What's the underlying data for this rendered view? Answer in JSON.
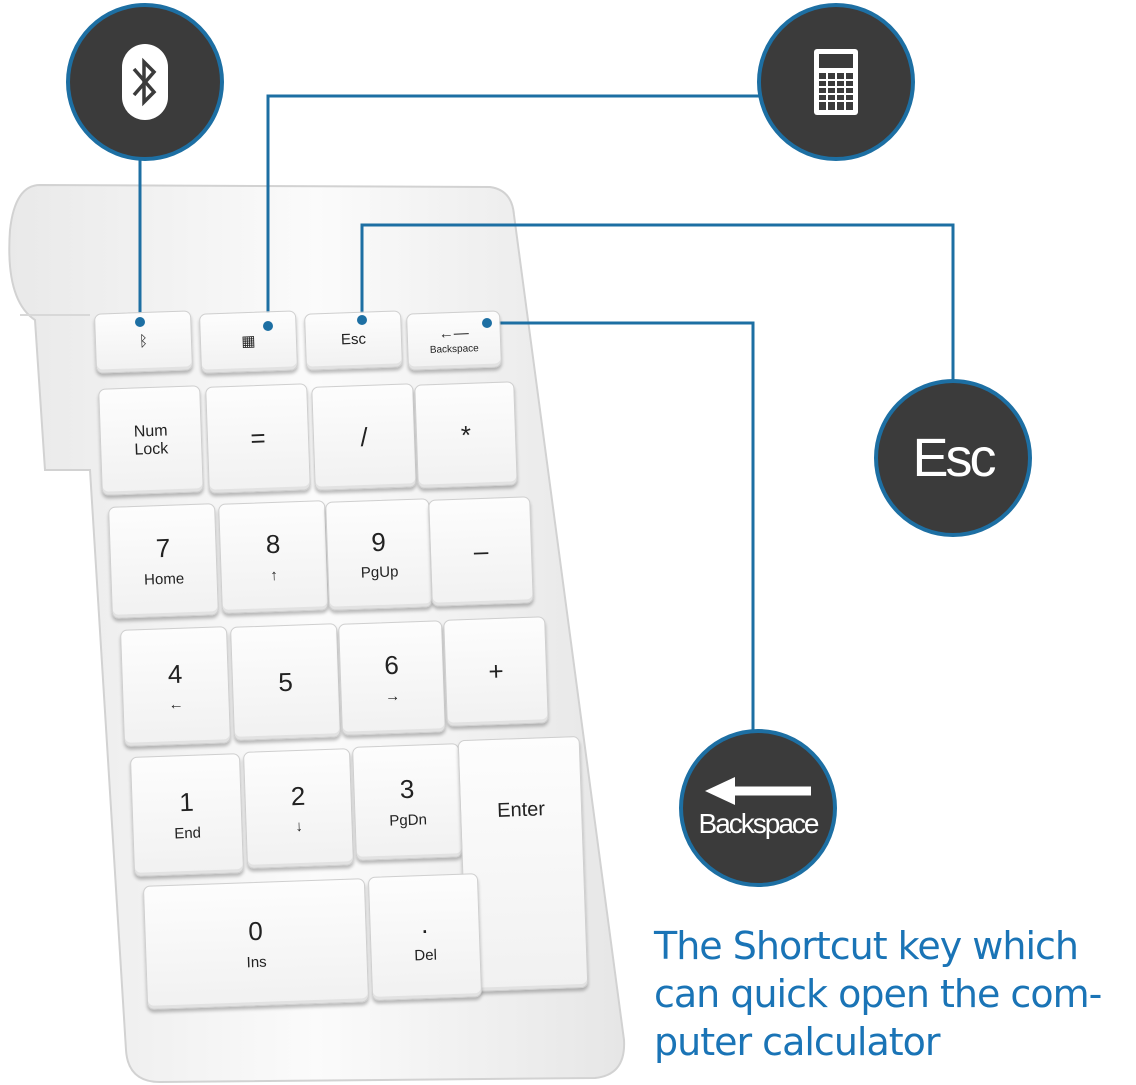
{
  "colors": {
    "accent": "#1d6fa3",
    "circle": "#3b3b3b",
    "caption": "#1a74b6"
  },
  "callouts": {
    "bluetooth": "bluetooth-icon",
    "calculator": "calculator-icon",
    "esc": "Esc",
    "backspace": "Backspace"
  },
  "keys": [
    {
      "main": "ᛒ",
      "sub": "",
      "icon": "bluetooth-icon"
    },
    {
      "main": "▦",
      "sub": "",
      "icon": "calculator-icon"
    },
    {
      "main": "Esc",
      "sub": ""
    },
    {
      "main": "←—",
      "sub": "Backspace"
    },
    {
      "main": "Num Lock",
      "sub": ""
    },
    {
      "main": "=",
      "sub": ""
    },
    {
      "main": "/",
      "sub": ""
    },
    {
      "main": "*",
      "sub": ""
    },
    {
      "main": "7",
      "sub": "Home"
    },
    {
      "main": "8",
      "sub": "↑"
    },
    {
      "main": "9",
      "sub": "PgUp"
    },
    {
      "main": "–",
      "sub": ""
    },
    {
      "main": "4",
      "sub": "←"
    },
    {
      "main": "5",
      "sub": ""
    },
    {
      "main": "6",
      "sub": "→"
    },
    {
      "main": "+",
      "sub": ""
    },
    {
      "main": "1",
      "sub": "End"
    },
    {
      "main": "2",
      "sub": "↓"
    },
    {
      "main": "3",
      "sub": "PgDn"
    },
    {
      "main": "Enter",
      "sub": ""
    },
    {
      "main": "0",
      "sub": "Ins"
    },
    {
      "main": ".",
      "sub": "Del"
    }
  ],
  "caption": [
    "The Shortcut key which",
    "can quick open the com-",
    "puter calculator"
  ]
}
